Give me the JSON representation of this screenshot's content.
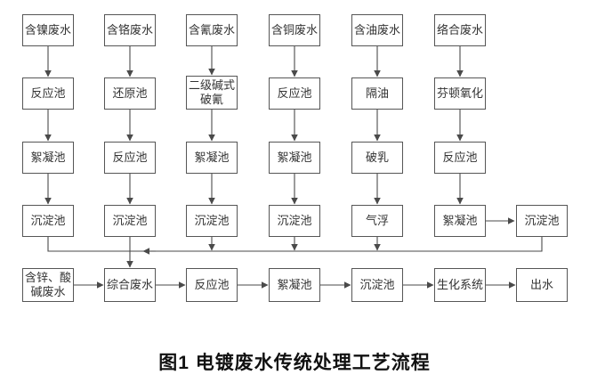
{
  "caption": "图1 电镀废水传统处理工艺流程",
  "colors": {
    "box_border": "#565656",
    "box_text": "#333333",
    "arrow": "#4a4a4a",
    "background": "#ffffff",
    "caption_text": "#111111"
  },
  "nodes": {
    "r1c1": "含镍废水",
    "r1c2": "含铬废水",
    "r1c3": "含氰废水",
    "r1c4": "含铜废水",
    "r1c5": "含油废水",
    "r1c6": "络合废水",
    "r2c1": "反应池",
    "r2c2": "还原池",
    "r2c3": "二级碱式破氰",
    "r2c4": "反应池",
    "r2c5": "隔油",
    "r2c6": "芬顿氧化",
    "r3c1": "絮凝池",
    "r3c2": "反应池",
    "r3c3": "絮凝池",
    "r3c4": "絮凝池",
    "r3c5": "破乳",
    "r3c6": "反应池",
    "r4c1": "沉淀池",
    "r4c2": "沉淀池",
    "r4c3": "沉淀池",
    "r4c4": "沉淀池",
    "r4c5": "气浮",
    "r4c6": "絮凝池",
    "r4c7": "沉淀池",
    "r5c1": "含锌、酸碱废水",
    "r5c2": "综合废水",
    "r5c3": "反应池",
    "r5c4": "絮凝池",
    "r5c5": "沉淀池",
    "r5c6": "生化系统",
    "r5c7": "出水"
  }
}
